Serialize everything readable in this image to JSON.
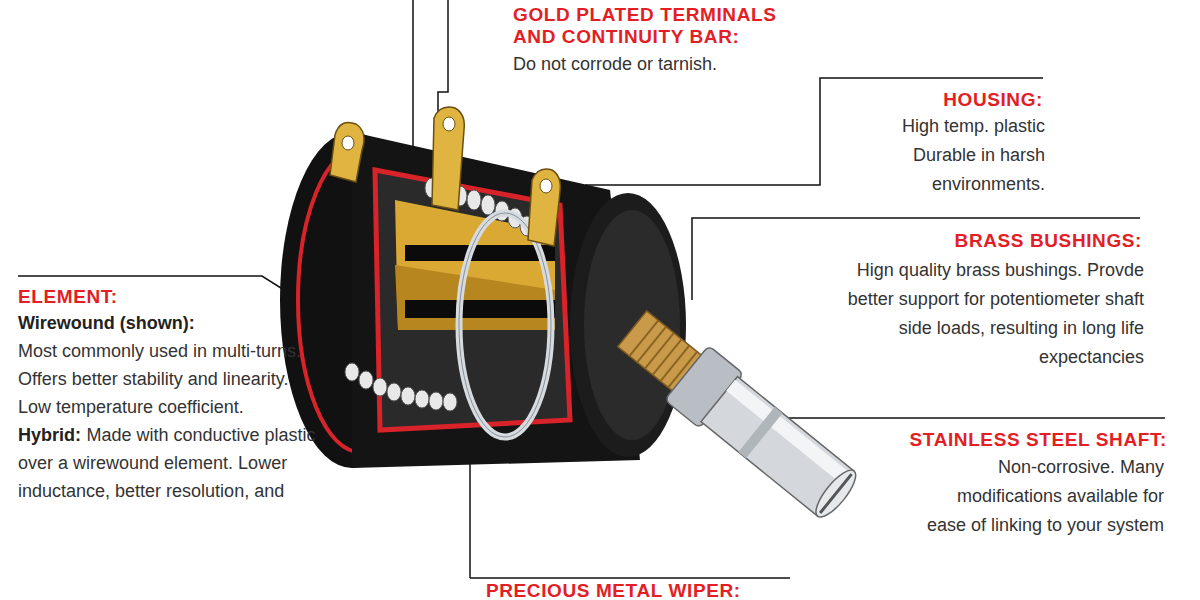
{
  "diagram": {
    "labels": [
      "GOLD PLATED TERMINALS AND CONTINUITY BAR:",
      "Do not corrode or tarnish.",
      "HOUSING:",
      "High temp. plastic Durable in harsh environments.",
      "BRASS BUSHINGS:",
      "Hign quality brass bushings. Provde better support for potentiometer shaft side loads, resulting in long life expectancies",
      "STAINLESS STEEL SHAFT:",
      "Non-corrosive. Many modifications available for ease of linking to your system",
      "ELEMENT:",
      "Wirewound (shown):",
      "Most commonly used in multi-turns. Offers better stability and linearity. Low temperature coefficient.",
      "Hybrid:",
      "Made with conductive plastic over a wirewound element. Lower inductance, better resolution, and",
      "PRECIOUS METAL WIPER:"
    ]
  }
}
